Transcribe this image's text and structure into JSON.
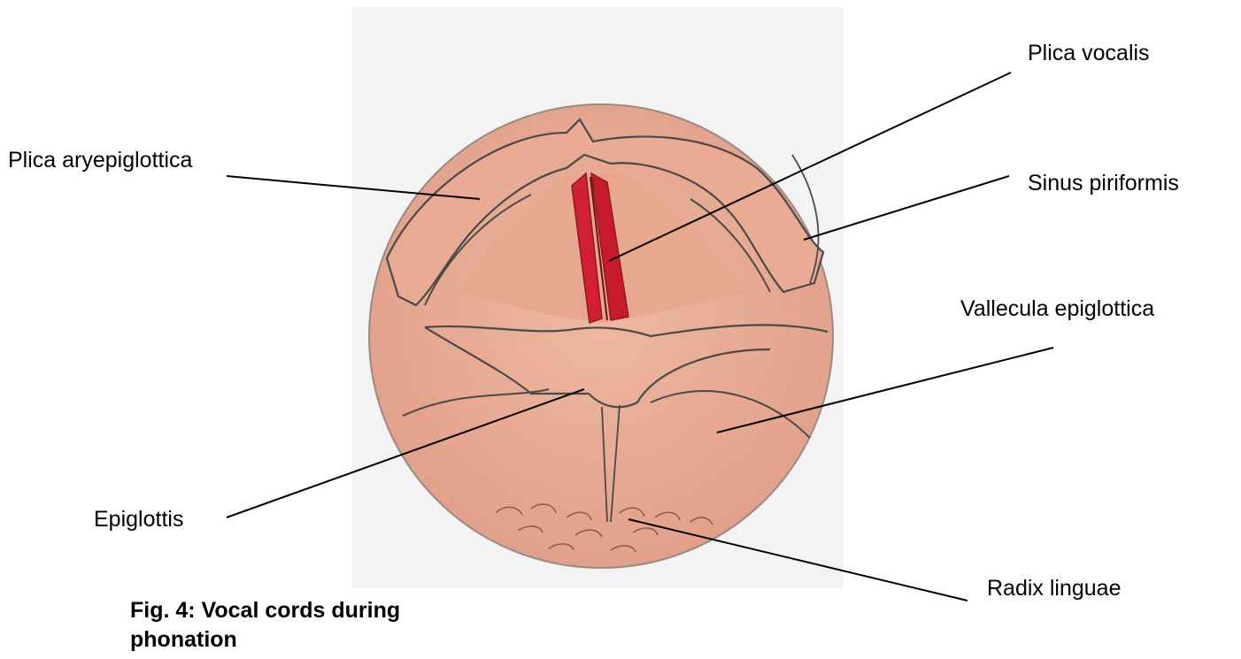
{
  "labels": {
    "plica_vocalis": "Plica vocalis",
    "plica_aryepiglottica": "Plica aryepiglottica",
    "sinus_piriformis": "Sinus piriformis",
    "vallecula_epiglottica": "Vallecula epiglottica",
    "epiglottis": "Epiglottis",
    "radix_linguae": "Radix linguae"
  },
  "caption": "Fig. 4: Vocal cords during phonation",
  "colors": {
    "tissue": "#e6a68e",
    "tissue_light": "#eeb9a4",
    "vocal_cords": "#d21f33",
    "outline": "#4a4a4a",
    "paper": "#f3f3f3"
  }
}
